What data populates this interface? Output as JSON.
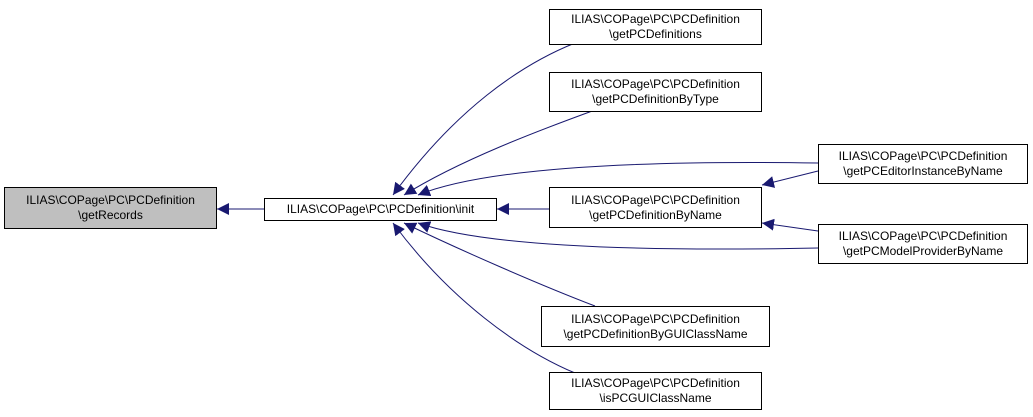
{
  "nodes": {
    "getRecords": {
      "line1": "ILIAS\\COPage\\PC\\PCDefinition",
      "line2": "\\getRecords"
    },
    "init": {
      "line1": "ILIAS\\COPage\\PC\\PCDefinition\\init"
    },
    "getPCDefinitions": {
      "line1": "ILIAS\\COPage\\PC\\PCDefinition",
      "line2": "\\getPCDefinitions"
    },
    "getPCDefinitionByType": {
      "line1": "ILIAS\\COPage\\PC\\PCDefinition",
      "line2": "\\getPCDefinitionByType"
    },
    "getPCDefinitionByName": {
      "line1": "ILIAS\\COPage\\PC\\PCDefinition",
      "line2": "\\getPCDefinitionByName"
    },
    "getPCDefinitionByGUIClassName": {
      "line1": "ILIAS\\COPage\\PC\\PCDefinition",
      "line2": "\\getPCDefinitionByGUIClassName"
    },
    "isPCGUIClassName": {
      "line1": "ILIAS\\COPage\\PC\\PCDefinition",
      "line2": "\\isPCGUIClassName"
    },
    "getPCEditorInstanceByName": {
      "line1": "ILIAS\\COPage\\PC\\PCDefinition",
      "line2": "\\getPCEditorInstanceByName"
    },
    "getPCModelProviderByName": {
      "line1": "ILIAS\\COPage\\PC\\PCDefinition",
      "line2": "\\getPCModelProviderByName"
    }
  },
  "colors": {
    "edge": "#191970",
    "highlight_fill": "#bfbfbf",
    "node_border": "#000000"
  }
}
